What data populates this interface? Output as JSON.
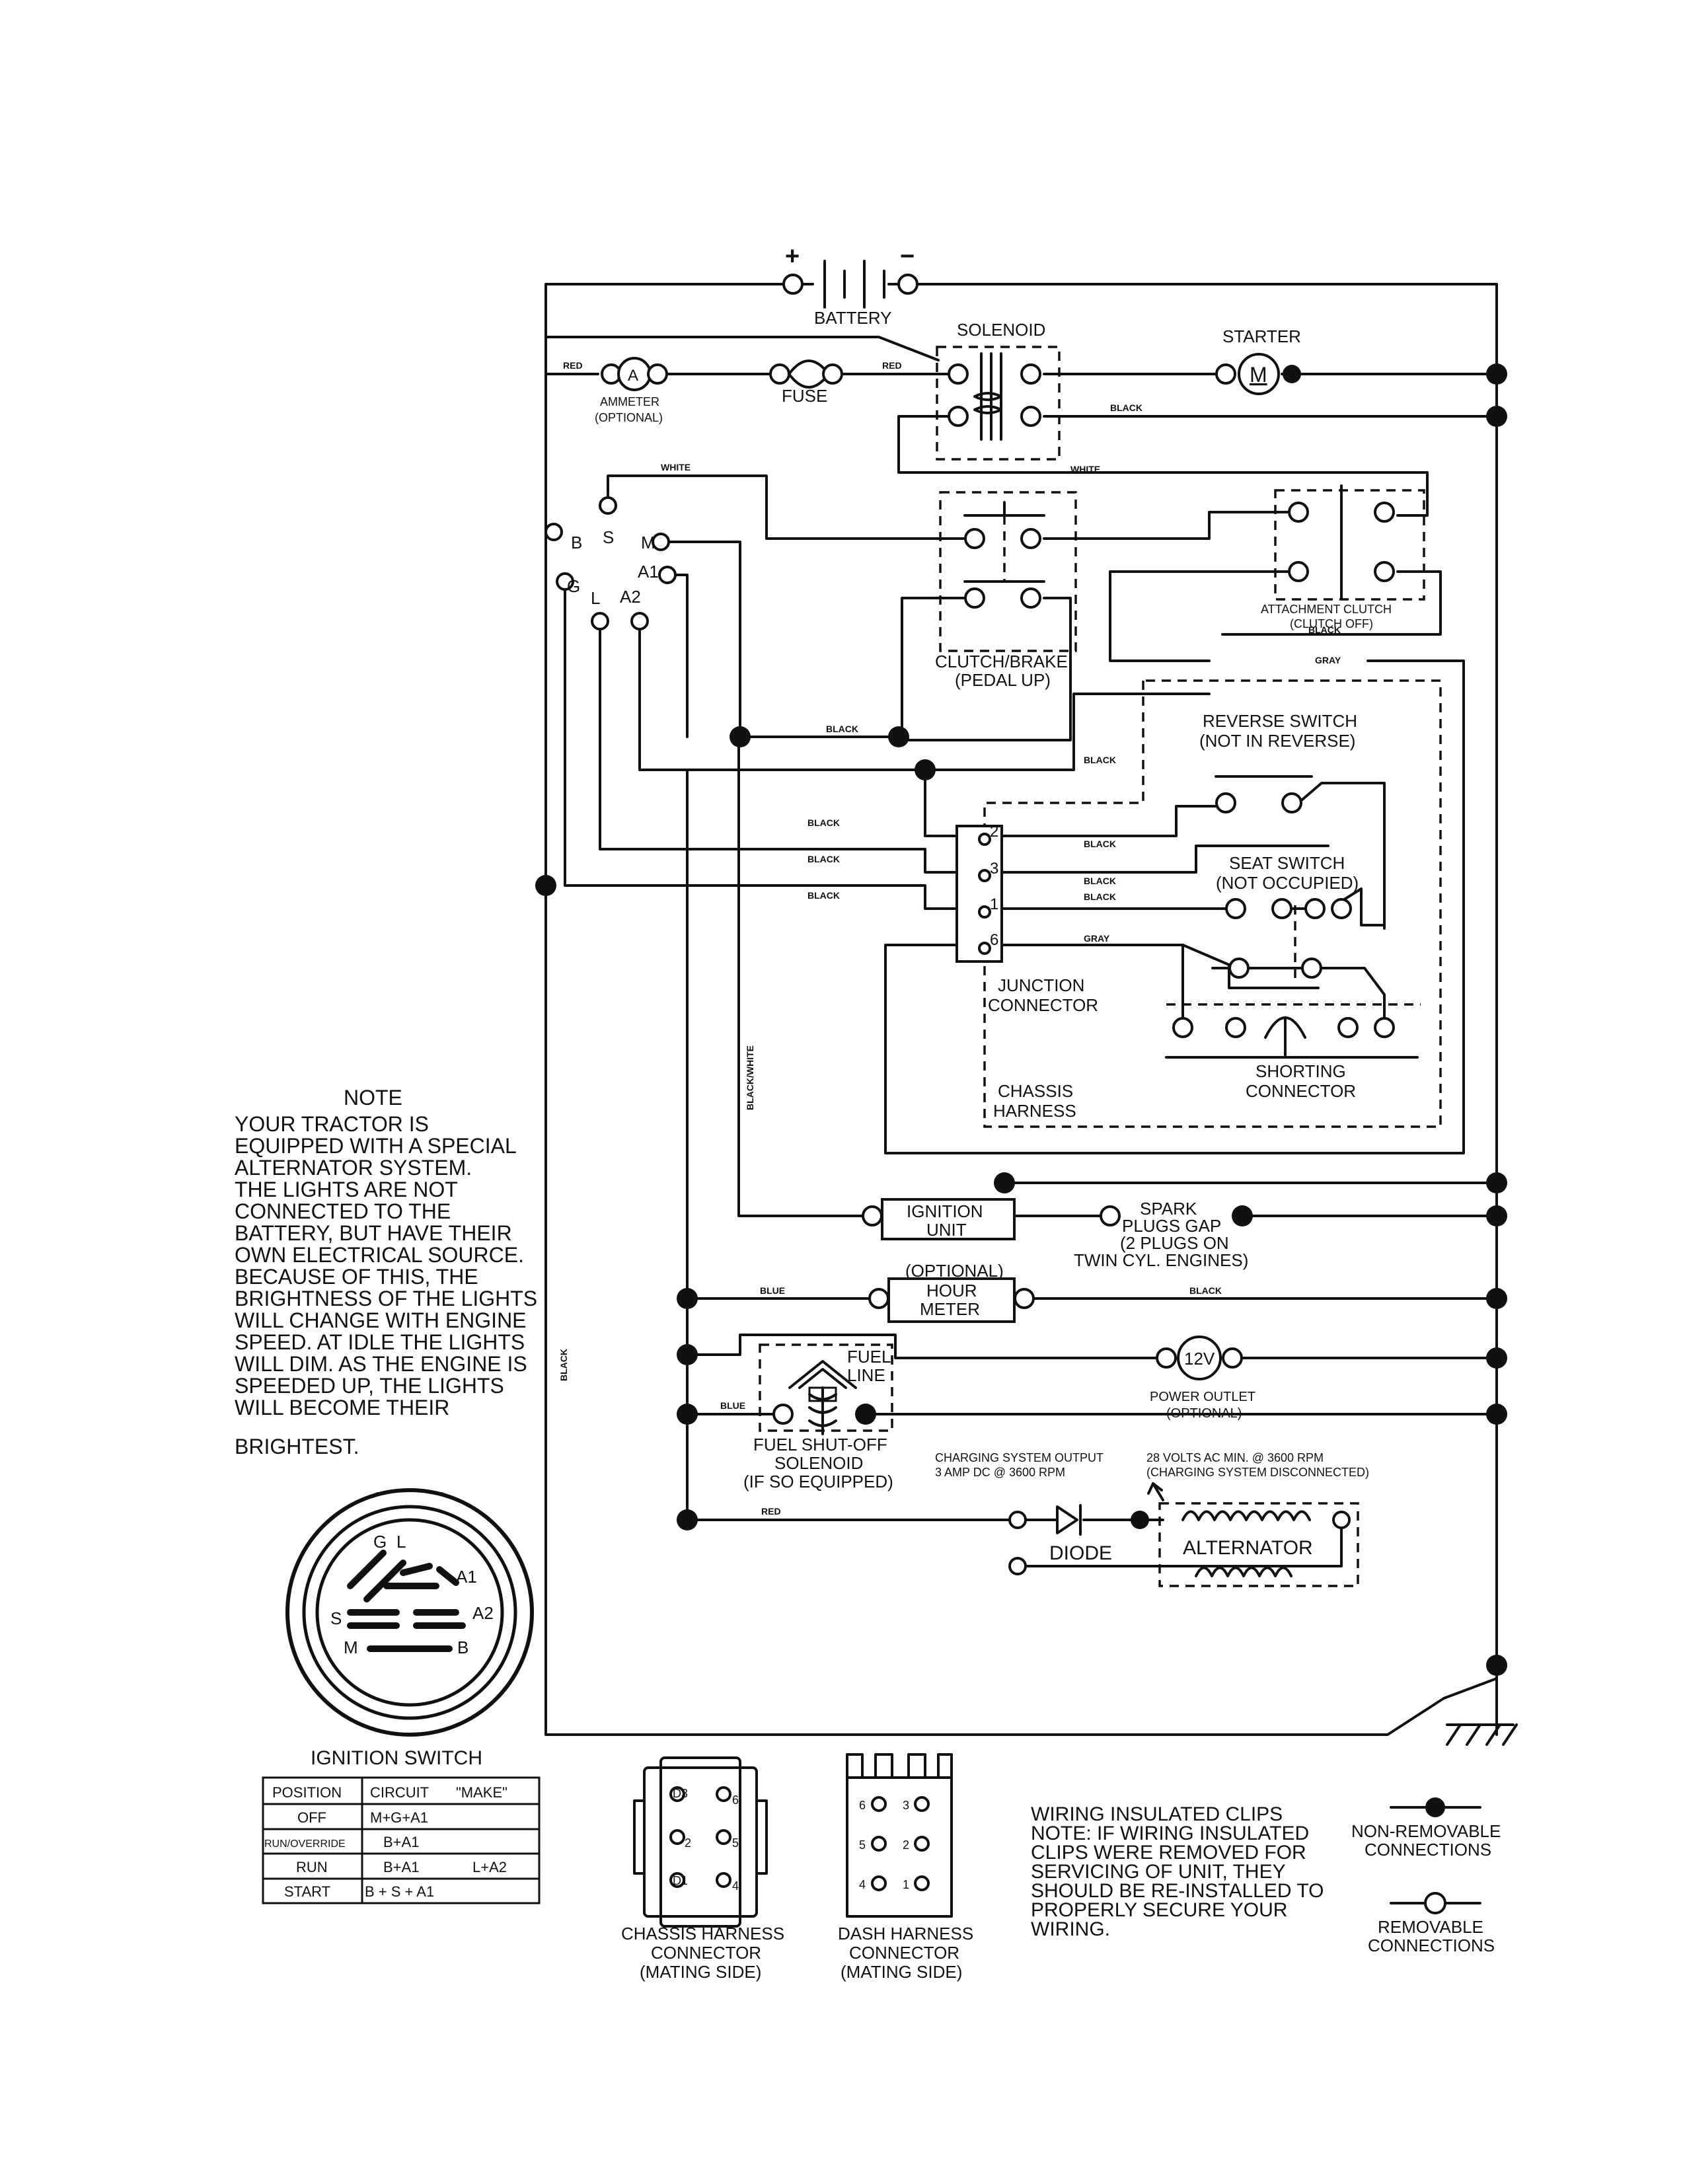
{
  "components": {
    "battery": "BATTERY",
    "battery_plus": "+",
    "battery_minus": "−",
    "solenoid": "SOLENOID",
    "starter": "STARTER",
    "starter_symbol": "M",
    "ammeter_symbol": "A",
    "ammeter_l1": "AMMETER",
    "ammeter_l2": "(OPTIONAL)",
    "fuse": "FUSE",
    "clutch_brake_l1": "CLUTCH/BRAKE",
    "clutch_brake_l2": "(PEDAL UP)",
    "attachment_clutch_l1": "ATTACHMENT CLUTCH",
    "attachment_clutch_l2": "(CLUTCH OFF)",
    "reverse_switch_l1": "REVERSE SWITCH",
    "reverse_switch_l2": "(NOT IN REVERSE)",
    "seat_switch_l1": "SEAT SWITCH",
    "seat_switch_l2": "(NOT OCCUPIED)",
    "junction_l1": "JUNCTION",
    "junction_l2": "CONNECTOR",
    "junction_pins": [
      "2",
      "3",
      "1",
      "6"
    ],
    "shorting_l1": "SHORTING",
    "shorting_l2": "CONNECTOR",
    "chassis_harness_l1": "CHASSIS",
    "chassis_harness_l2": "HARNESS",
    "ignition_unit_l1": "IGNITION",
    "ignition_unit_l2": "UNIT",
    "spark_l1": "SPARK",
    "spark_l2": "PLUGS GAP",
    "spark_l3": "(2 PLUGS ON",
    "spark_l4": "TWIN CYL. ENGINES)",
    "hour_meter_optional": "(OPTIONAL)",
    "hour_meter_l1": "HOUR",
    "hour_meter_l2": "METER",
    "fuel_line_l1": "FUEL",
    "fuel_line_l2": "LINE",
    "fuel_sol_l1": "FUEL SHUT-OFF",
    "fuel_sol_l2": "SOLENOID",
    "fuel_sol_l3": "(IF SO EQUIPPED)",
    "power_outlet_symbol": "12V",
    "power_outlet_l1": "POWER OUTLET",
    "power_outlet_l2": "(OPTIONAL)",
    "charging_l1": "CHARGING SYSTEM OUTPUT",
    "charging_l2": "3 AMP DC @ 3600 RPM",
    "alt_note_l1": "28 VOLTS AC MIN. @ 3600 RPM",
    "alt_note_l2": "(CHARGING SYSTEM DISCONNECTED)",
    "diode": "DIODE",
    "alternator": "ALTERNATOR"
  },
  "ignition_terminals": [
    "S",
    "M",
    "B",
    "A1",
    "G",
    "L",
    "A2"
  ],
  "wire_colors": {
    "red": "RED",
    "white": "WHITE",
    "black": "BLACK",
    "gray": "GRAY",
    "blue": "BLUE",
    "black_white": "BLACK/WHITE"
  },
  "note": {
    "title": "NOTE",
    "lines": [
      "YOUR TRACTOR IS",
      "EQUIPPED WITH A SPECIAL",
      "ALTERNATOR SYSTEM.",
      "THE LIGHTS ARE NOT",
      "CONNECTED TO THE",
      "BATTERY, BUT HAVE THEIR",
      "OWN ELECTRICAL SOURCE.",
      "BECAUSE OF THIS, THE",
      "BRIGHTNESS OF THE LIGHTS",
      "WILL CHANGE WITH ENGINE",
      "SPEED.  AT IDLE THE LIGHTS",
      "WILL DIM.  AS THE ENGINE IS",
      "SPEEDED UP, THE LIGHTS",
      "WILL BECOME THEIR",
      "BRIGHTEST."
    ]
  },
  "ignition_switch": {
    "title": "IGNITION SWITCH",
    "face_labels": [
      "G",
      "L",
      "A1",
      "A2",
      "S",
      "M",
      "B"
    ],
    "table": {
      "headers": [
        "POSITION",
        "CIRCUIT",
        "\"MAKE\""
      ],
      "rows": [
        [
          "OFF",
          "M+G+A1",
          ""
        ],
        [
          "RUN/OVERRIDE",
          "B+A1",
          ""
        ],
        [
          "RUN",
          "B+A1",
          "L+A2"
        ],
        [
          "START",
          "B + S + A1",
          ""
        ]
      ]
    }
  },
  "connectors": {
    "chassis": {
      "pins": [
        "D3",
        "6",
        "2",
        "5",
        "D1",
        "4"
      ],
      "l1": "CHASSIS HARNESS",
      "l2": "CONNECTOR",
      "l3": "(MATING SIDE)"
    },
    "dash": {
      "pins": [
        "6",
        "3",
        "5",
        "2",
        "4",
        "1"
      ],
      "l1": "DASH HARNESS",
      "l2": "CONNECTOR",
      "l3": "(MATING SIDE)"
    }
  },
  "clips_note": [
    "WIRING INSULATED CLIPS",
    "NOTE: IF WIRING INSULATED",
    "CLIPS WERE REMOVED FOR",
    "SERVICING OF UNIT, THEY",
    "SHOULD BE RE-INSTALLED TO",
    "PROPERLY SECURE YOUR",
    "WIRING."
  ],
  "legend": {
    "non_removable_l1": "NON-REMOVABLE",
    "non_removable_l2": "CONNECTIONS",
    "removable_l1": "REMOVABLE",
    "removable_l2": "CONNECTIONS"
  }
}
